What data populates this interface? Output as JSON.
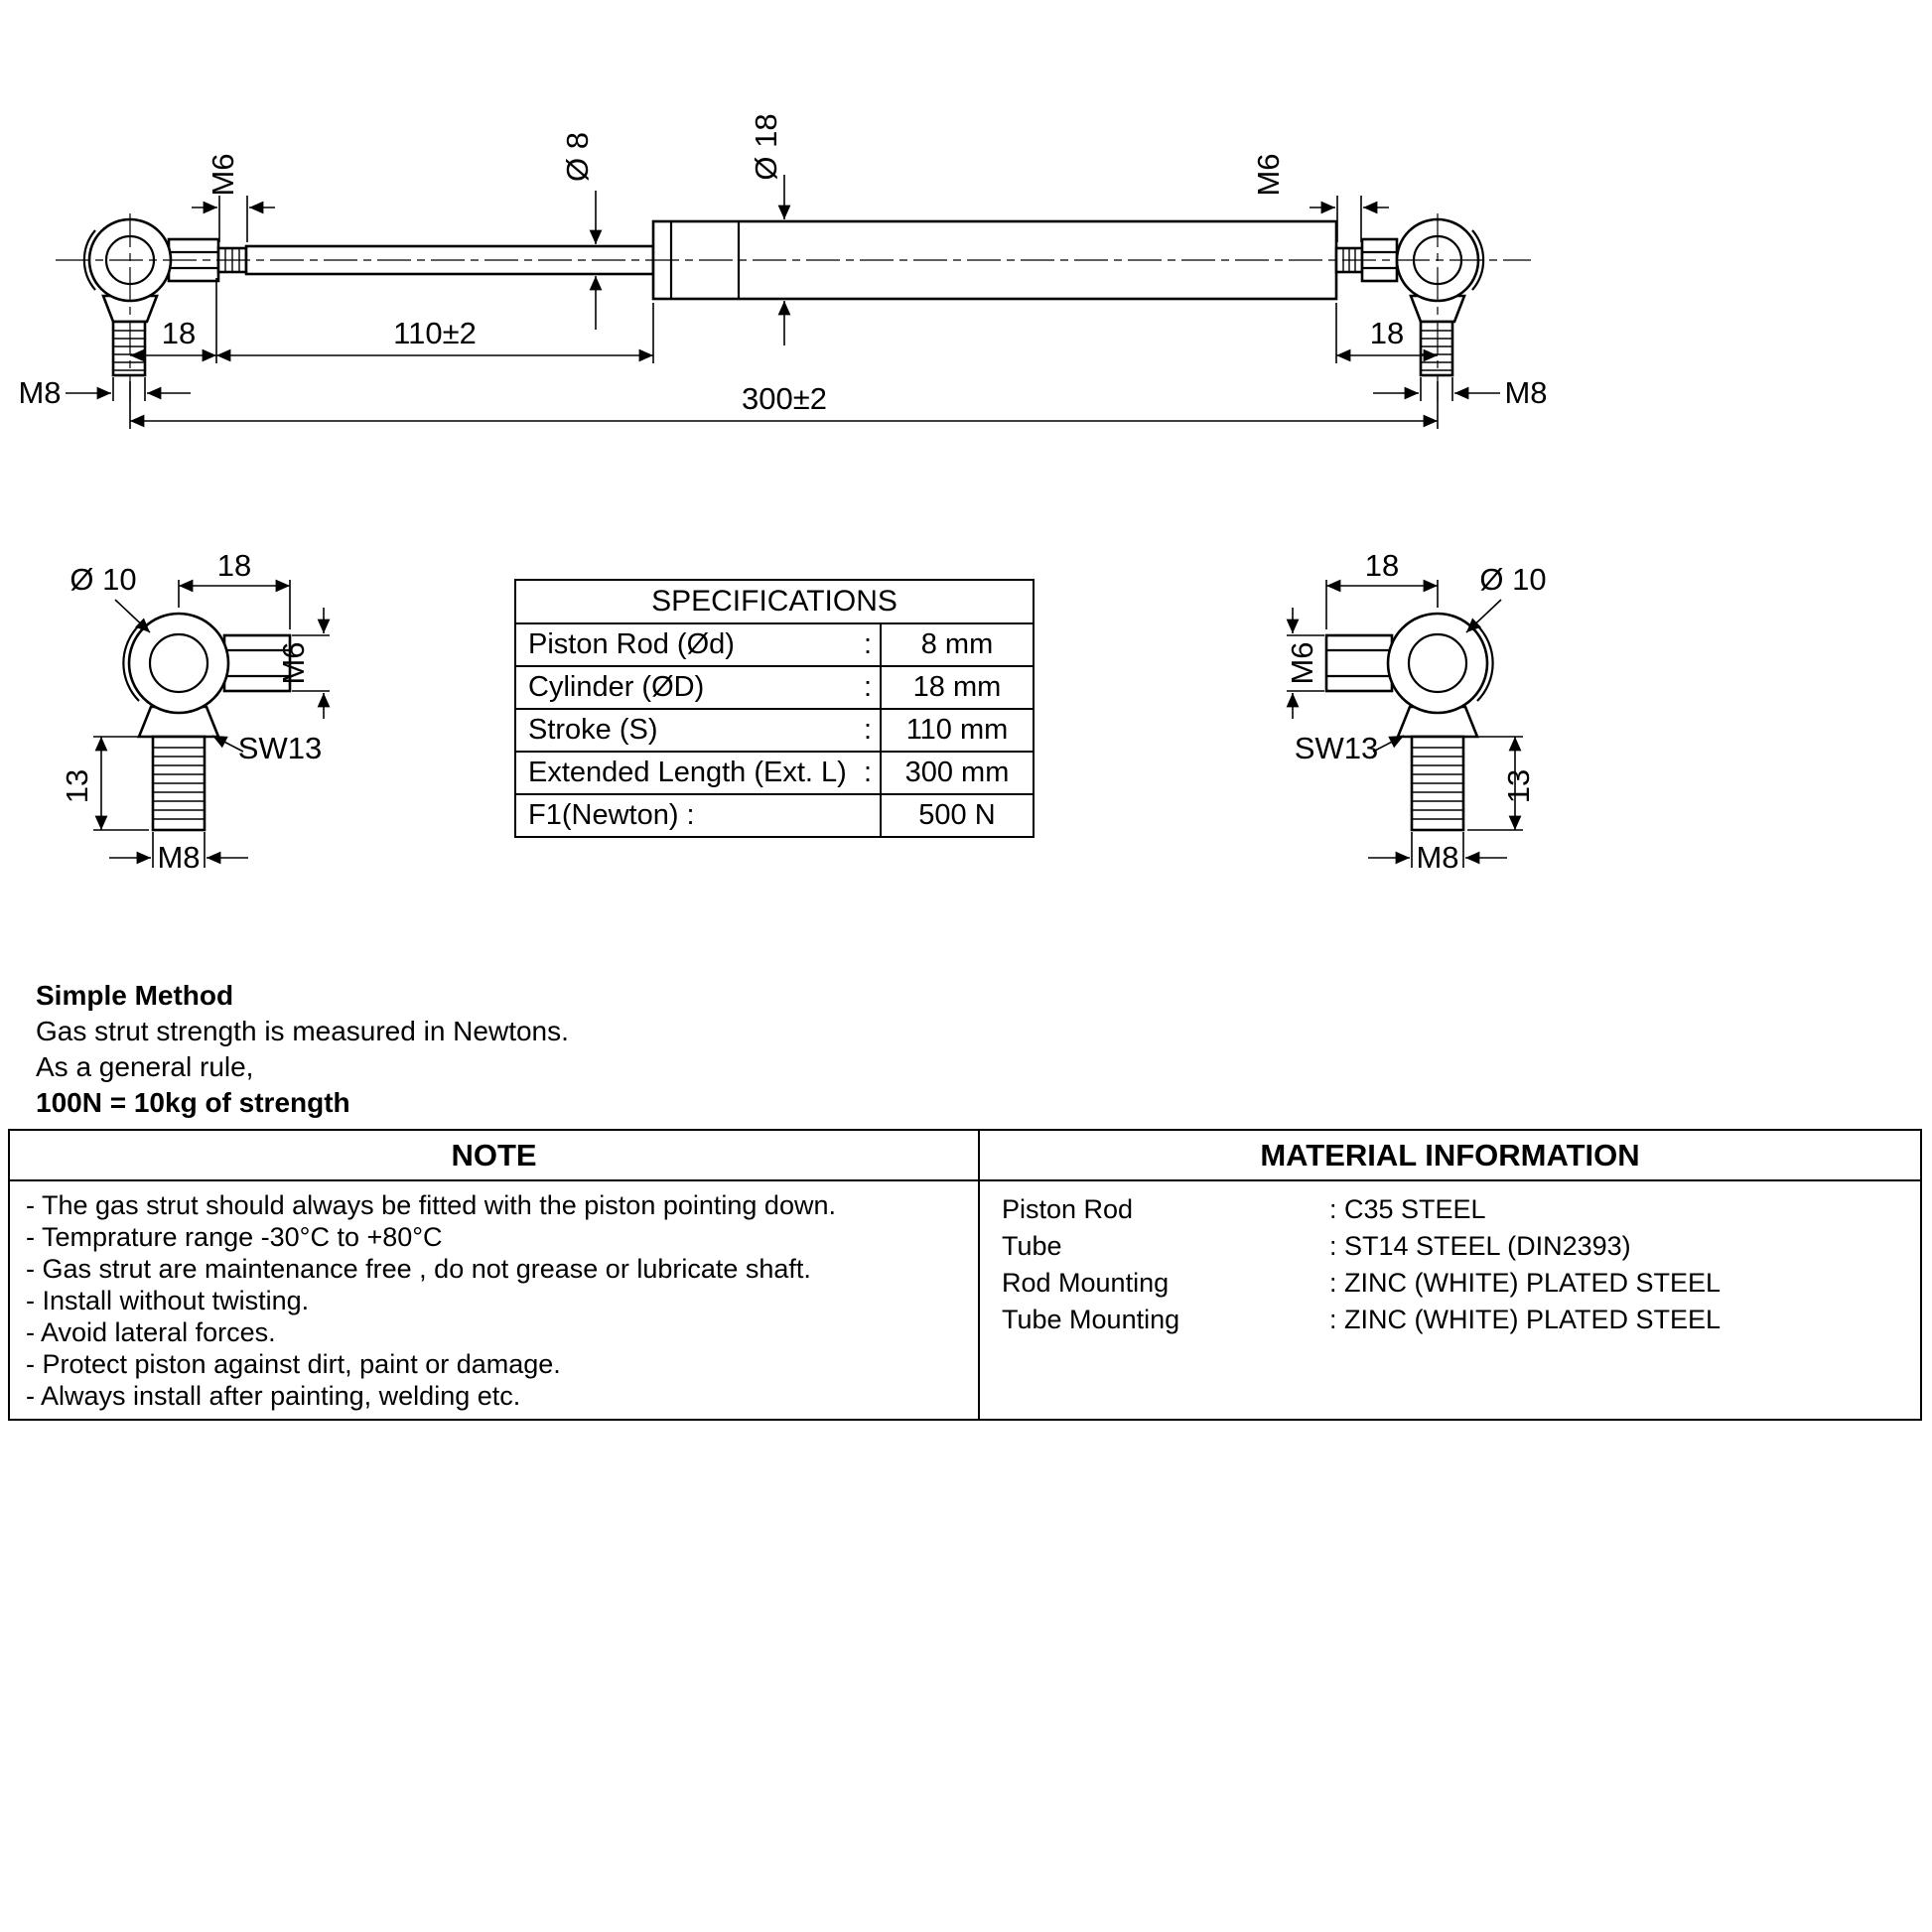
{
  "drawing": {
    "main": {
      "m6_left": "M6",
      "dia_rod": "Ø 8",
      "dia_tube": "Ø 18",
      "m6_right": "M6",
      "len_left": "18",
      "stroke": "110±2",
      "len_right": "18",
      "m8_left": "M8",
      "m8_right": "M8",
      "overall": "300±2"
    },
    "detail_left": {
      "dia_ball": "Ø 10",
      "len": "18",
      "thread": "M6",
      "hex": "SW13",
      "stud_len": "13",
      "stud_thread": "M8"
    },
    "detail_right": {
      "dia_ball": "Ø 10",
      "len": "18",
      "thread": "M6",
      "hex": "SW13",
      "stud_len": "13",
      "stud_thread": "M8"
    }
  },
  "specs": {
    "title": "SPECIFICATIONS",
    "rows": [
      {
        "label": "Piston Rod (Ød)",
        "colon": ":",
        "value": "8 mm"
      },
      {
        "label": "Cylinder (ØD)",
        "colon": ":",
        "value": "18 mm"
      },
      {
        "label": "Stroke (S)",
        "colon": ":",
        "value": "110 mm"
      },
      {
        "label": "Extended Length (Ext. L)",
        "colon": ":",
        "value": "300 mm"
      },
      {
        "label": "F1(Newton) :",
        "colon": "",
        "value": "500 N"
      }
    ]
  },
  "simple_method": {
    "title": "Simple Method",
    "line1": "Gas strut strength is measured in Newtons.",
    "line2": "As a general rule,",
    "line3": "100N = 10kg of strength"
  },
  "note": {
    "title": "NOTE",
    "items": [
      "- The gas strut should always be fitted with the piston pointing down.",
      "- Temprature range -30°C to +80°C",
      "- Gas strut are maintenance free , do not grease or lubricate shaft.",
      "- Install without twisting.",
      "- Avoid lateral forces.",
      "- Protect piston against dirt, paint or damage.",
      "- Always install after painting, welding etc."
    ]
  },
  "material": {
    "title": "MATERIAL INFORMATION",
    "rows": [
      {
        "label": "Piston Rod",
        "value": ": C35 STEEL"
      },
      {
        "label": "Tube",
        "value": ": ST14 STEEL (DIN2393)"
      },
      {
        "label": "Rod Mounting",
        "value": ": ZINC (WHITE) PLATED STEEL"
      },
      {
        "label": "Tube Mounting",
        "value": ": ZINC (WHITE) PLATED STEEL"
      }
    ]
  }
}
